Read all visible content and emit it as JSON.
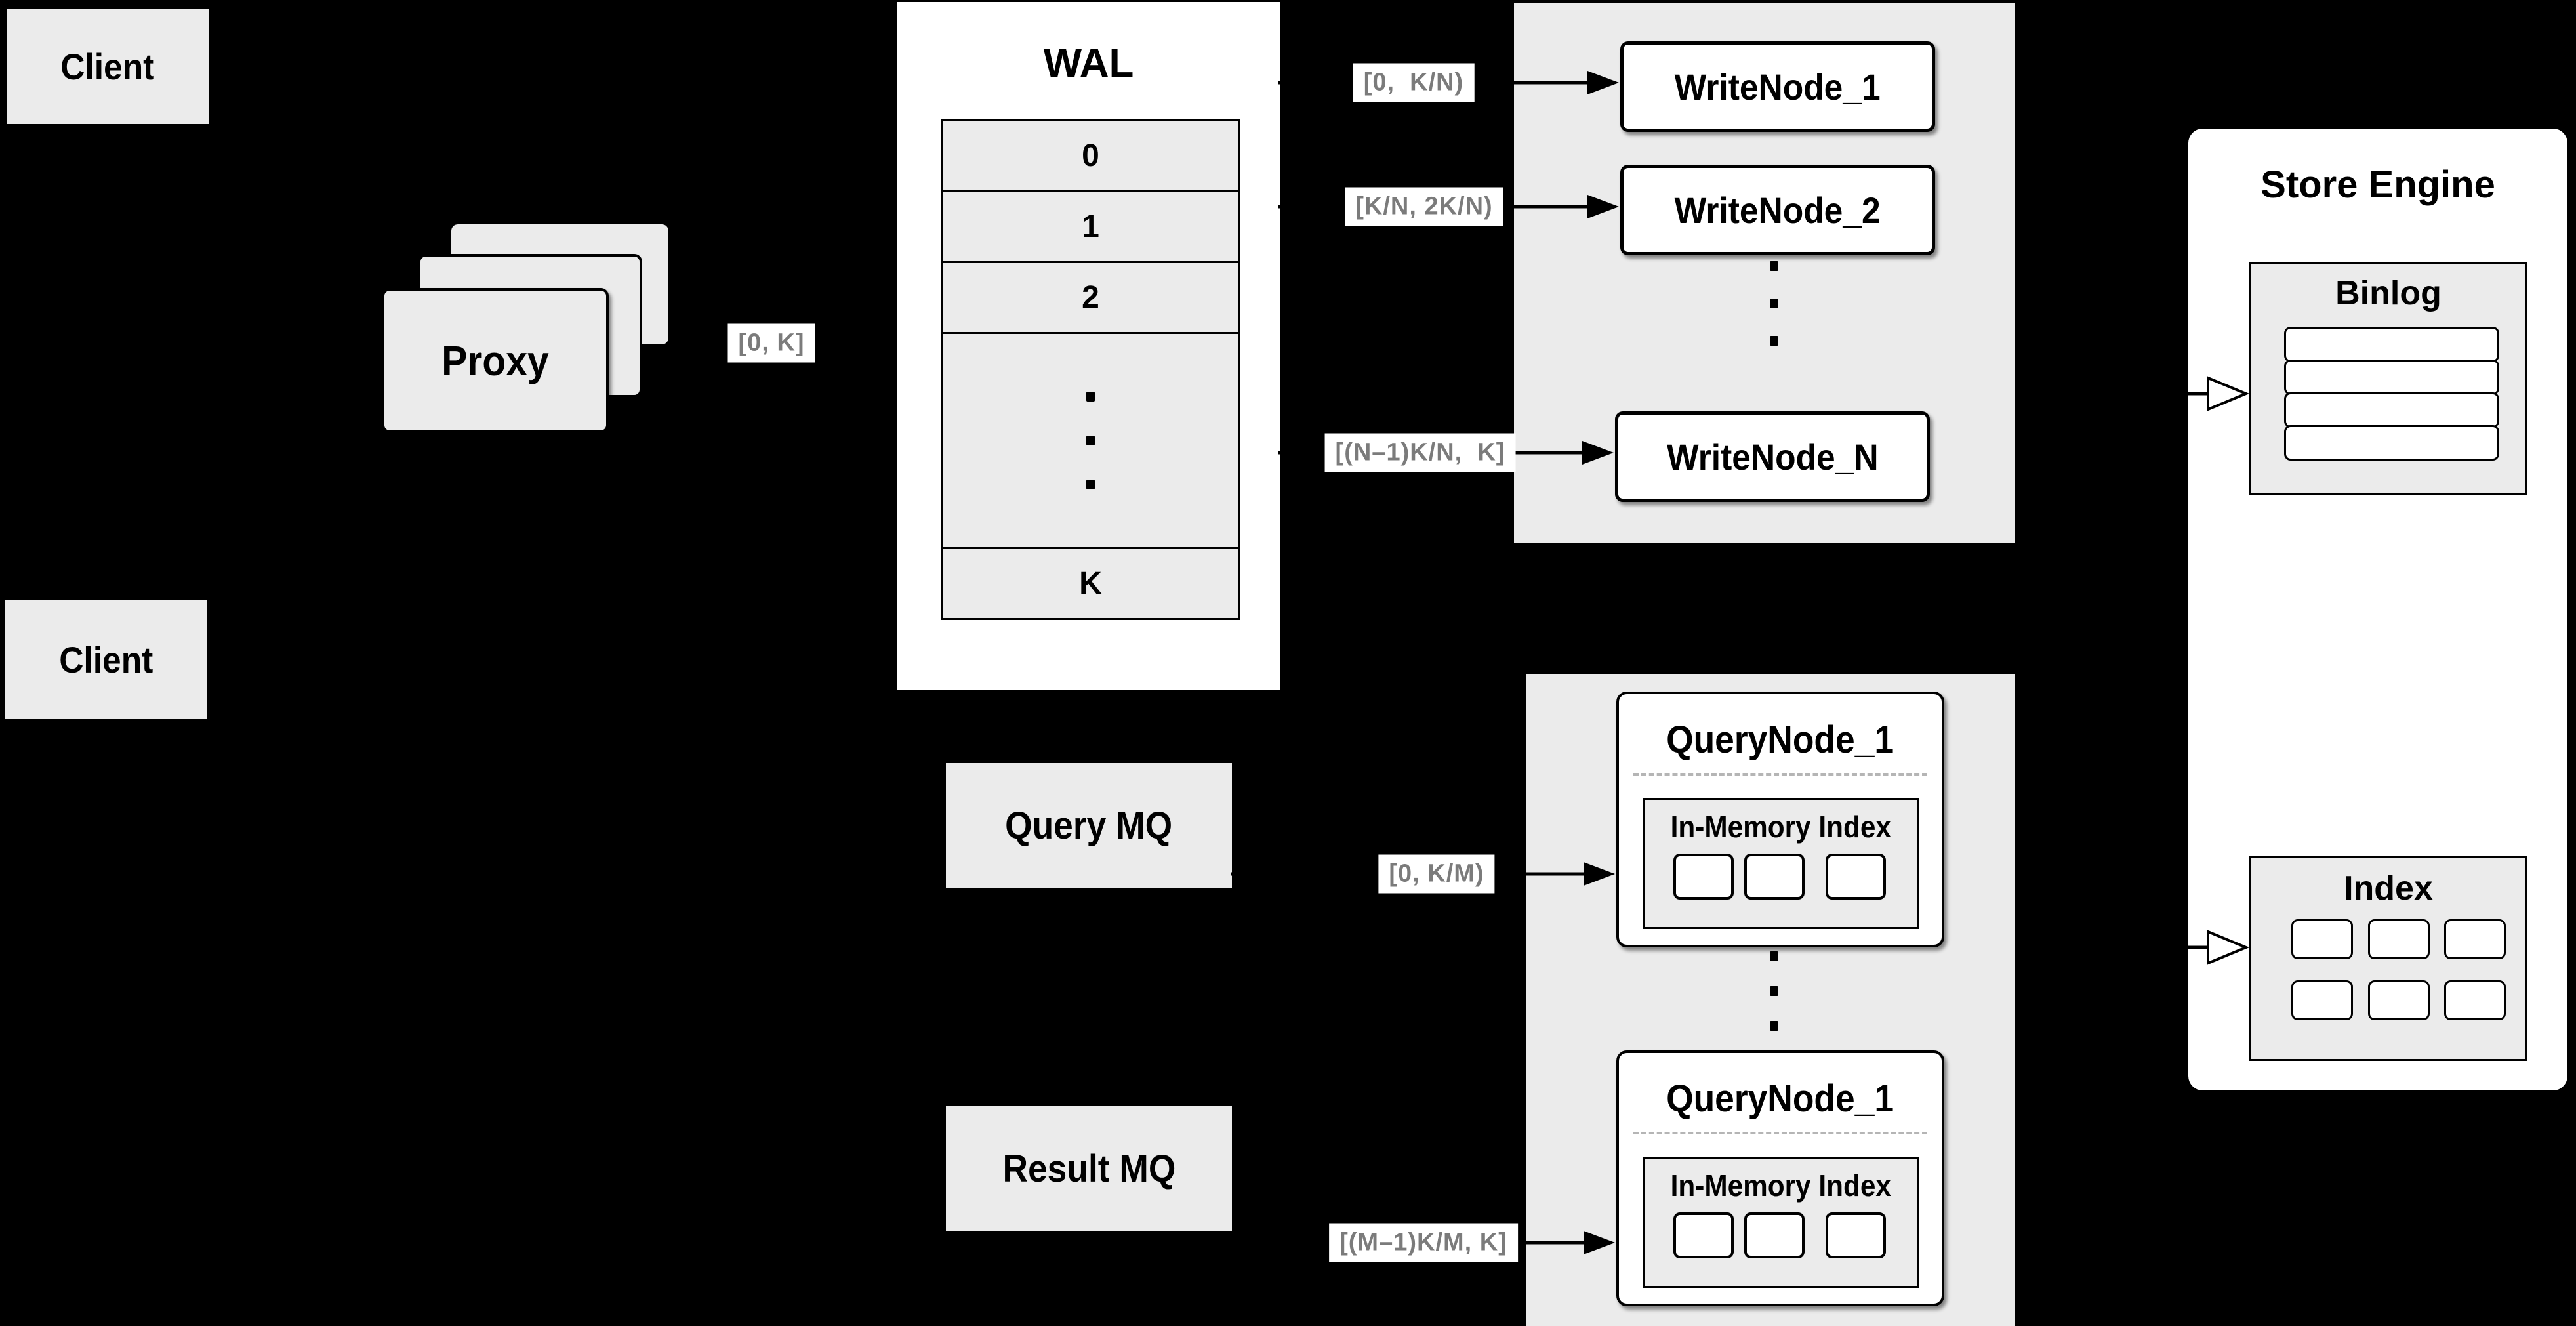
{
  "canvas": {
    "background_color": "#000000",
    "box_fill_color": "#ebebeb",
    "node_fill_color": "#ffffff",
    "chip_text_color": "#7b7b7b"
  },
  "clients": {
    "top_label": "Client",
    "bottom_label": "Client"
  },
  "proxy": {
    "label": "Proxy"
  },
  "wal": {
    "title": "WAL",
    "segments": [
      "0",
      "1",
      "2"
    ],
    "last_segment": "K"
  },
  "range_labels": {
    "proxy_to_wal": "[0, K]",
    "to_writenode_1": "[0,  K/N)",
    "to_writenode_2": "[K/N, 2K/N)",
    "to_writenode_n": "[(N–1)K/N,  K]",
    "to_querynode_1": "[0, K/M)",
    "to_querynode_m": "[(M–1)K/M, K]"
  },
  "write_nodes": {
    "node_1": "WriteNode_1",
    "node_2": "WriteNode_2",
    "node_n": "WriteNode_N"
  },
  "message_queues": {
    "query_label": "Query MQ",
    "result_label": "Result MQ"
  },
  "query_nodes": {
    "top": {
      "title": "QueryNode_1",
      "index_label": "In-Memory Index"
    },
    "bottom": {
      "title": "QueryNode_1",
      "index_label": "In-Memory Index"
    }
  },
  "store_engine": {
    "title": "Store Engine",
    "binlog_title": "Binlog",
    "index_title": "Index"
  }
}
